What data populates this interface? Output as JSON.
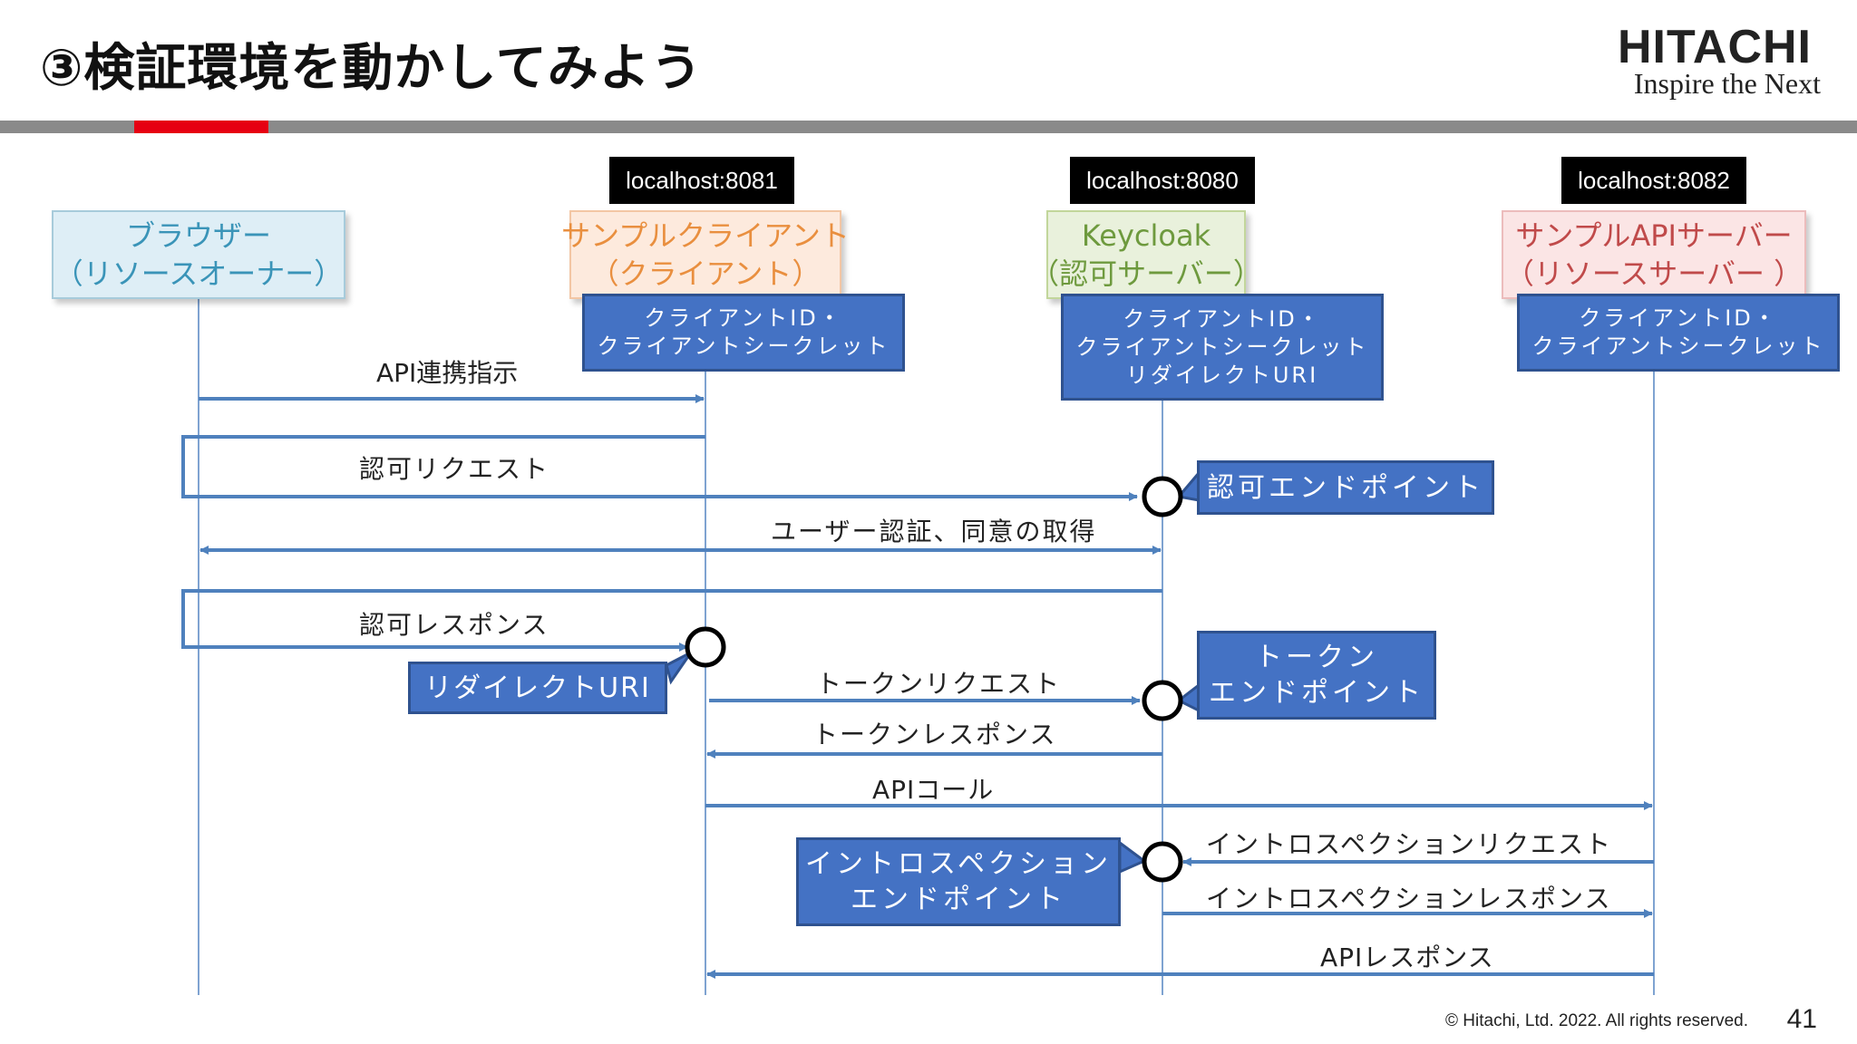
{
  "title": "③検証環境を動かしてみよう",
  "logo": {
    "main": "HITACHI",
    "tagline": "Inspire the Next"
  },
  "hosts": {
    "client": "localhost:8081",
    "keycloak": "localhost:8080",
    "api": "localhost:8082"
  },
  "actors": {
    "browser": "ブラウザー\n（リソースオーナー）",
    "client": "サンプルクライアント\n（クライアント）",
    "keycloak": "Keycloak\n（認可サーバー）",
    "api": "サンプルAPIサーバー\n（リソースサーバー ）"
  },
  "credentials": {
    "client": "クライアントID・\nクライアントシークレット",
    "keycloak": "クライアントID・\nクライアントシークレット\nリダイレクトURI",
    "api": "クライアントID・\nクライアントシークレット"
  },
  "messages": {
    "api_link": "API連携指示",
    "authz_request": "認可リクエスト",
    "user_auth": "ユーザー認証、同意の取得",
    "authz_response": "認可レスポンス",
    "token_request": "トークンリクエスト",
    "token_response": "トークンレスポンス",
    "api_call": "APIコール",
    "introspection_request": "イントロスペクションリクエスト",
    "introspection_response": "イントロスペクションレスポンス",
    "api_response": "APIレスポンス"
  },
  "endpoints": {
    "authz": "認可エンドポイント",
    "redirect": "リダイレクトURI",
    "token": "トークン\nエンドポイント",
    "introspection": "イントロスペクション\nエンドポイント"
  },
  "colors": {
    "line": "#4f81bd",
    "box_fill": "#4472c4",
    "brand_red": "#e60012"
  },
  "footer": {
    "copyright": "© Hitachi, Ltd. 2022. All rights reserved.",
    "page_number": "41"
  }
}
